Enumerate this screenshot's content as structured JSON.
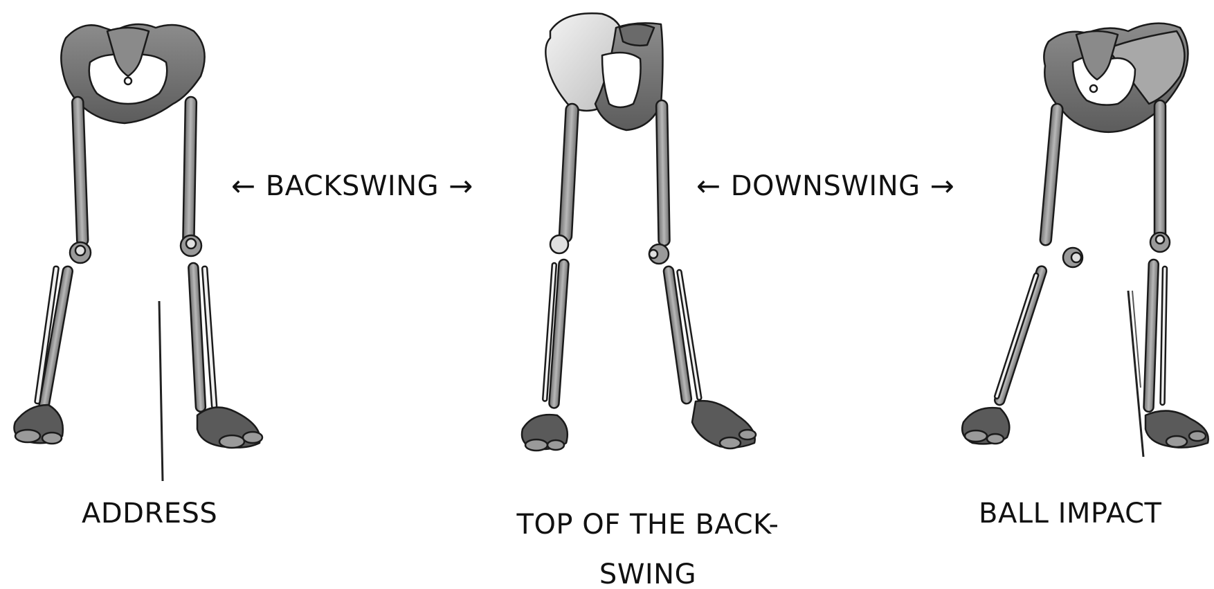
{
  "phases": {
    "backswing": {
      "label": "BACKSWING",
      "left_arrow": "←",
      "right_arrow": "→"
    },
    "downswing": {
      "label": "DOWNSWING",
      "left_arrow": "←",
      "right_arrow": "→"
    }
  },
  "poses": [
    {
      "caption": "ADDRESS"
    },
    {
      "caption_line1": "TOP OF THE BACK-",
      "caption_line2": "SWING"
    },
    {
      "caption": "BALL IMPACT"
    }
  ],
  "colors": {
    "bone_dark": "#6e6e6e",
    "bone_mid": "#9a9a9a",
    "bone_light": "#e6e6e6",
    "outline": "#1a1a1a",
    "text": "#111111"
  }
}
